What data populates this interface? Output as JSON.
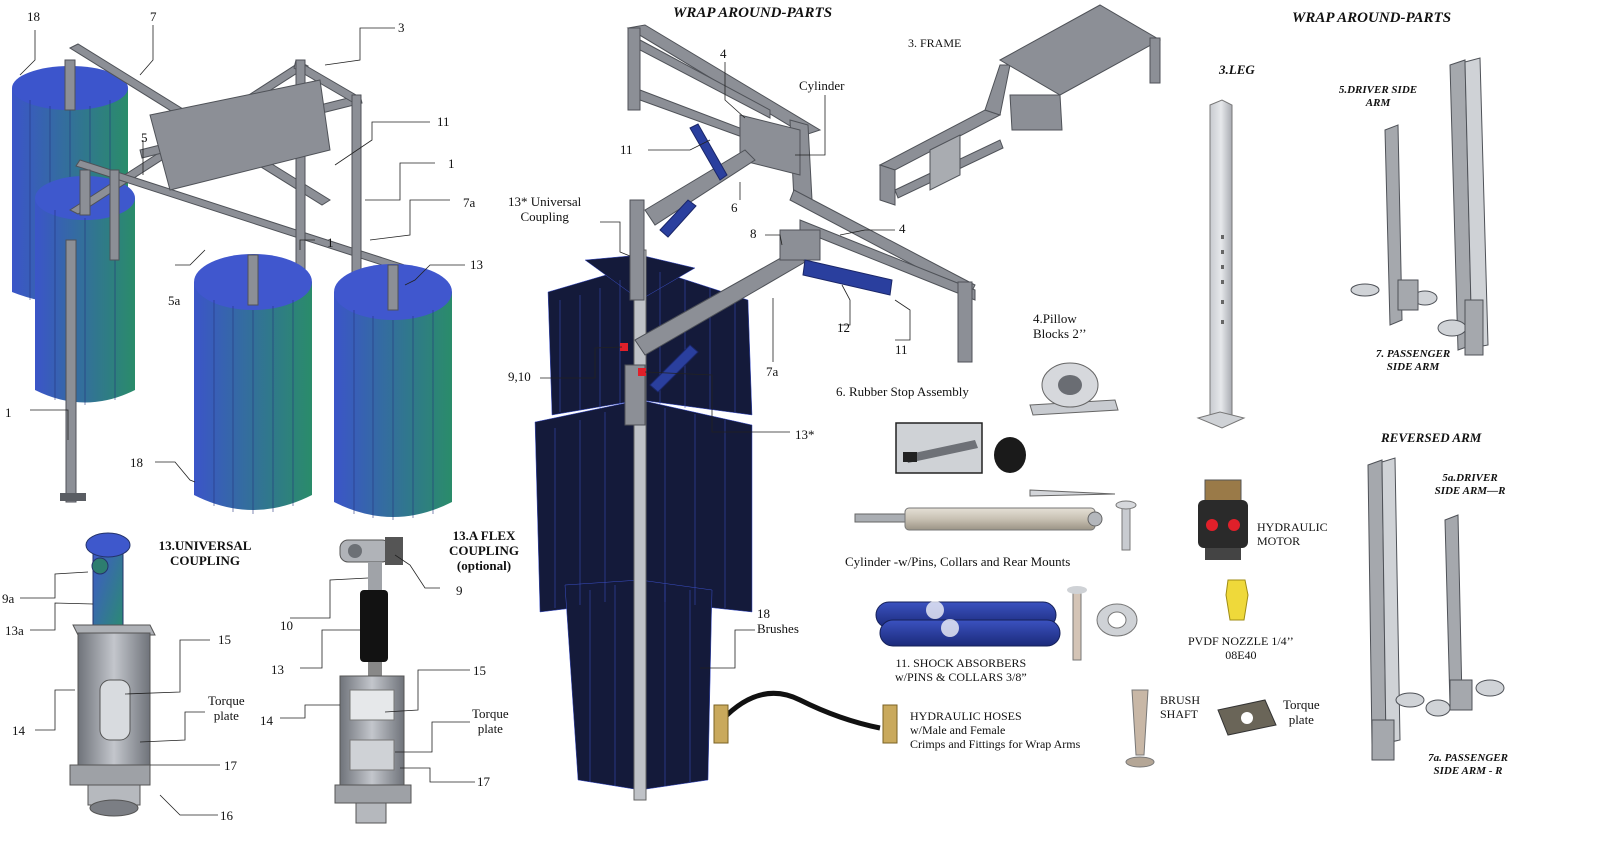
{
  "titles": {
    "center": "WRAP AROUND-PARTS",
    "right": "WRAP AROUND-PARTS",
    "universal_coupling": [
      "13.UNIVERSAL",
      "COUPLING"
    ],
    "flex_coupling": [
      "13.A FLEX",
      "COUPLING",
      "(optional)"
    ],
    "leg": "3.LEG",
    "reversed_arm": "REVERSED ARM"
  },
  "left_callouts": {
    "c18a": "18",
    "c7": "7",
    "c3": "3",
    "c11": "11",
    "c5": "5",
    "c1a": "1",
    "c7a": "7a",
    "c1b": "1",
    "c5a": "5a",
    "c13": "13",
    "c1c": "1",
    "c18b": "18"
  },
  "coupling_callouts": {
    "c9a": "9a",
    "c13a": "13a",
    "c15": "15",
    "torque": [
      "Torque",
      "plate"
    ],
    "c14": "14",
    "c17": "17",
    "c16": "16"
  },
  "flex_callouts": {
    "c9": "9",
    "c10": "10",
    "c13": "13",
    "c15": "15",
    "torque": [
      "Torque",
      "plate"
    ],
    "c14": "14",
    "c17": "17"
  },
  "center_callouts": {
    "c4a": "4",
    "cylinder": "Cylinder",
    "c11a": "11",
    "c6": "6",
    "universal": [
      "13* Universal",
      "Coupling"
    ],
    "c8": "8",
    "c4b": "4",
    "c12": "12",
    "c11b": "11",
    "c7a": "7a",
    "c910": "9,10",
    "c13s": "13*",
    "brushes": [
      "18",
      "Brushes"
    ]
  },
  "parts": {
    "frame": "3. FRAME",
    "pillow": [
      "4.Pillow",
      "Blocks 2’’"
    ],
    "rubber_stop": "6. Rubber Stop Assembly",
    "cylinder": "Cylinder -w/Pins, Collars and Rear Mounts",
    "shocks": [
      "11. SHOCK ABSORBERS",
      "w/PINS & COLLARS 3/8”"
    ],
    "hoses": [
      "HYDRAULIC HOSES",
      "w/Male and Female",
      "Crimps and Fittings for Wrap Arms"
    ],
    "motor": [
      "HYDRAULIC",
      "MOTOR"
    ],
    "nozzle": [
      "PVDF NOZZLE 1/4’’",
      "08E40"
    ],
    "brush_shaft": [
      "BRUSH",
      "SHAFT"
    ],
    "torque_plate": [
      "Torque",
      "plate"
    ],
    "driver_arm": [
      "5.DRIVER  SIDE",
      "ARM"
    ],
    "passenger_arm": [
      "7. PASSENGER",
      "SIDE ARM"
    ],
    "driver_arm_r": [
      "5a.DRIVER",
      "SIDE  ARM—R"
    ],
    "passenger_arm_r": [
      "7a. PASSENGER",
      "SIDE ARM - R"
    ]
  },
  "colors": {
    "brush_blue": "#3b4fc8",
    "brush_green": "#2c8a6a",
    "steel": "#8c8f96",
    "steel_light": "#b9bcc2",
    "steel_dark": "#4f5258",
    "cylinder_blue": "#2a3f9e",
    "dark_brush": "#141a3a"
  }
}
